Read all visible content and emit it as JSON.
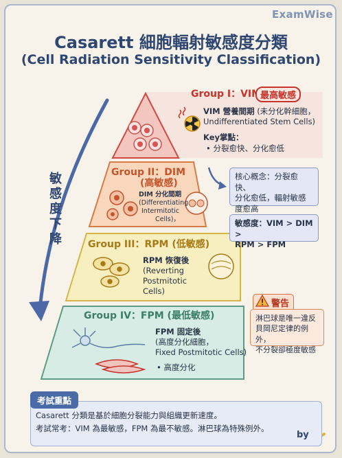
{
  "brand": "ExamWise",
  "title": "Casarett 細胞輻射敏感度分類",
  "subtitle": "(Cell Radiation Sensitivity Classification)",
  "arrow_label": "敏感度下降",
  "groups": [
    {
      "heading": "Group I：VIM",
      "tag": "最高敏感",
      "desc_title": "VIM 營養間期",
      "desc_cn": " (未分化幹細胞，",
      "desc_en": "Undifferentiated Stem Cells)",
      "key_label": "Key掌點：",
      "key_point": "• 分裂愈快、分化愈低",
      "color": "#c8342b"
    },
    {
      "heading": "Group II：DIM",
      "tag": "(高敏感)",
      "desc_lines": [
        "DIM 分化間期",
        "(Differentiating",
        "Intermitotic",
        "Cells)，"
      ],
      "color": "#c4552a"
    },
    {
      "heading": "Group III：RPM (低敏感)",
      "desc_lines": [
        "RPM 恢復後",
        "(Reverting",
        "Postmitotic",
        "Cells)"
      ],
      "color": "#a77a14"
    },
    {
      "heading": "Group IV：FPM (最低敏感)",
      "desc_lines": [
        "FPM 固定後",
        "(高度分化細胞，",
        "Fixed Postmitotic Cells)"
      ],
      "bullet": "• 高度分化",
      "color": "#3b7e68"
    }
  ],
  "concept_box": {
    "lines": [
      "核心概念：分裂愈快、",
      "分化愈低，輻射敏感",
      "度愈高"
    ]
  },
  "order_box": {
    "lines": [
      "敏感度：VIM > DIM >",
      "RPM > FPM"
    ]
  },
  "warning": {
    "tag": "警告",
    "lines": [
      "淋巴球是唯一違反",
      "貝岡尼定律的例外，",
      "不分裂卻極度敏感"
    ]
  },
  "exam": {
    "tag": "考試重點",
    "line1": "Casarett 分類是基於細胞分裂能力與組織更新速度。",
    "line2": "考試常考：VIM 為最敏感，FPM 為最不敏感。淋巴球為特殊例外。"
  },
  "signature": "by"
}
